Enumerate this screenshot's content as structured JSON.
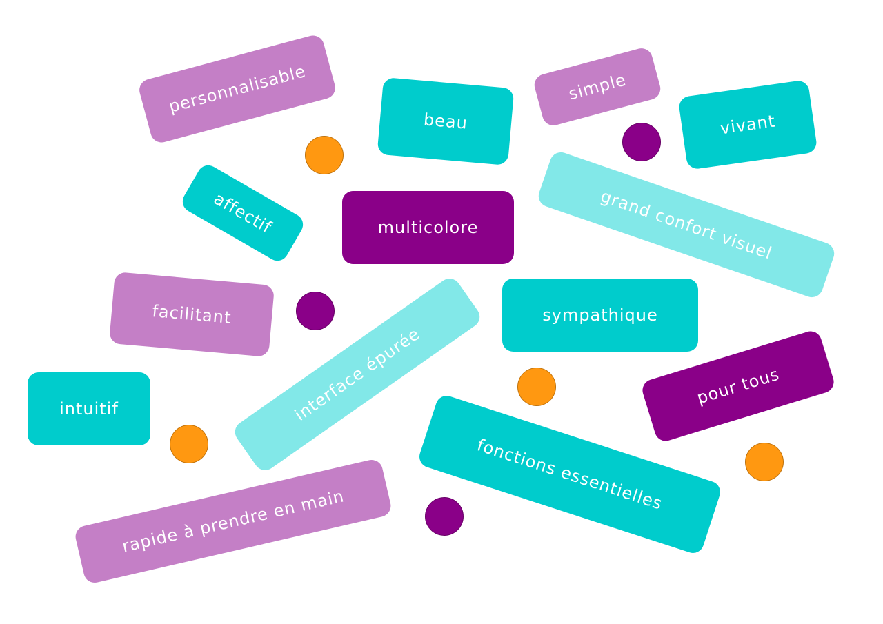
{
  "colors": {
    "lilac": "#c47fc6",
    "teal": "#00cccc",
    "light_teal": "#82e8e8",
    "purple": "#8a0088",
    "orange": "#ff9811"
  },
  "tags": [
    {
      "id": "personnalisable",
      "label": "personnalisable",
      "color": "lilac"
    },
    {
      "id": "beau",
      "label": "beau",
      "color": "teal"
    },
    {
      "id": "simple",
      "label": "simple",
      "color": "lilac"
    },
    {
      "id": "vivant",
      "label": "vivant",
      "color": "teal"
    },
    {
      "id": "affectif",
      "label": "affectif",
      "color": "teal"
    },
    {
      "id": "multicolore",
      "label": "multicolore",
      "color": "purple"
    },
    {
      "id": "grand-confort-visuel",
      "label": "grand confort visuel",
      "color": "light_teal"
    },
    {
      "id": "facilitant",
      "label": "facilitant",
      "color": "lilac"
    },
    {
      "id": "sympathique",
      "label": "sympathique",
      "color": "teal"
    },
    {
      "id": "interface-epuree",
      "label": "interface épurée",
      "color": "light_teal"
    },
    {
      "id": "intuitif",
      "label": "intuitif",
      "color": "teal"
    },
    {
      "id": "pour-tous",
      "label": "pour tous",
      "color": "purple"
    },
    {
      "id": "fonctions-essentielles",
      "label": "fonctions essentielles",
      "color": "teal"
    },
    {
      "id": "rapide-a-prendre-en-main",
      "label": "rapide à prendre en main",
      "color": "lilac"
    }
  ],
  "dots": [
    {
      "color": "orange"
    },
    {
      "color": "purple"
    },
    {
      "color": "purple"
    },
    {
      "color": "orange"
    },
    {
      "color": "orange"
    },
    {
      "color": "orange"
    },
    {
      "color": "purple"
    }
  ]
}
